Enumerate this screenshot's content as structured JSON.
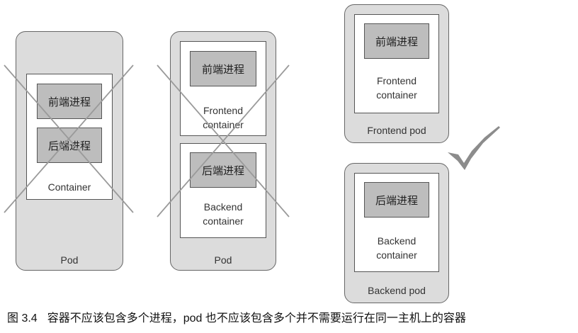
{
  "diagrams": {
    "single_container": {
      "process_1": "前端进程",
      "process_2": "后端进程",
      "container_label": "Container",
      "pod_label": "Pod"
    },
    "multi_container": {
      "frontend_process": "前端进程",
      "frontend_container_label": [
        "Frontend",
        "container"
      ],
      "backend_process": "后端进程",
      "backend_container_label": [
        "Backend",
        "container"
      ],
      "pod_label": "Pod"
    },
    "separate_pods": {
      "frontend_process": "前端进程",
      "frontend_container_label": [
        "Frontend",
        "container"
      ],
      "frontend_pod_label": "Frontend pod",
      "backend_process": "后端进程",
      "backend_container_label": [
        "Backend",
        "container"
      ],
      "backend_pod_label": "Backend pod"
    }
  },
  "caption": {
    "number": "图 3.4",
    "text": "容器不应该包含多个进程，pod 也不应该包含多个并不需要运行在同一主机上的容器"
  }
}
